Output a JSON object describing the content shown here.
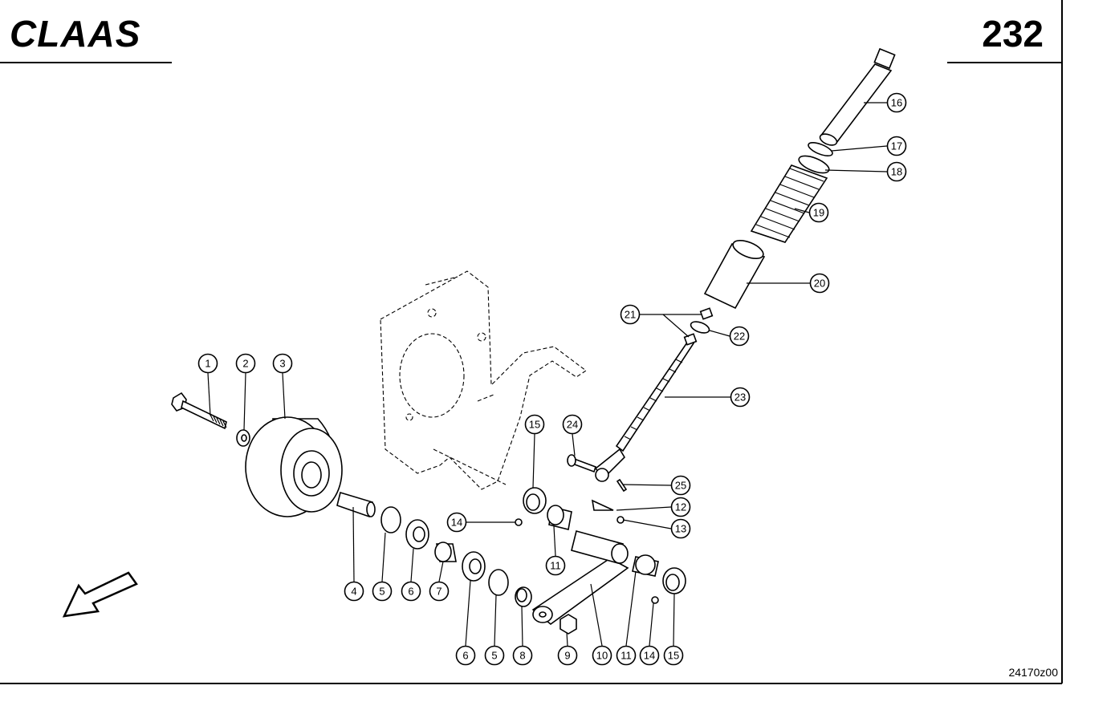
{
  "header": {
    "brand": "CLAAS",
    "page_number": "232"
  },
  "footer": {
    "drawing_number": "24170z00"
  },
  "callouts": {
    "c1": "1",
    "c2": "2",
    "c3": "3",
    "c4": "4",
    "c5a": "5",
    "c6a": "6",
    "c7": "7",
    "c6b": "6",
    "c5b": "5",
    "c8": "8",
    "c9": "9",
    "c10": "10",
    "c11b": "11",
    "c14b": "14",
    "c15b": "15",
    "c11a": "11",
    "c14a": "14",
    "c15a": "15",
    "c24": "24",
    "c25": "25",
    "c12": "12",
    "c13": "13",
    "c16": "16",
    "c17": "17",
    "c18": "18",
    "c19": "19",
    "c20": "20",
    "c21": "21",
    "c22": "22",
    "c23": "23"
  },
  "icons": {
    "direction_arrow": "arrow-down-left-icon"
  }
}
